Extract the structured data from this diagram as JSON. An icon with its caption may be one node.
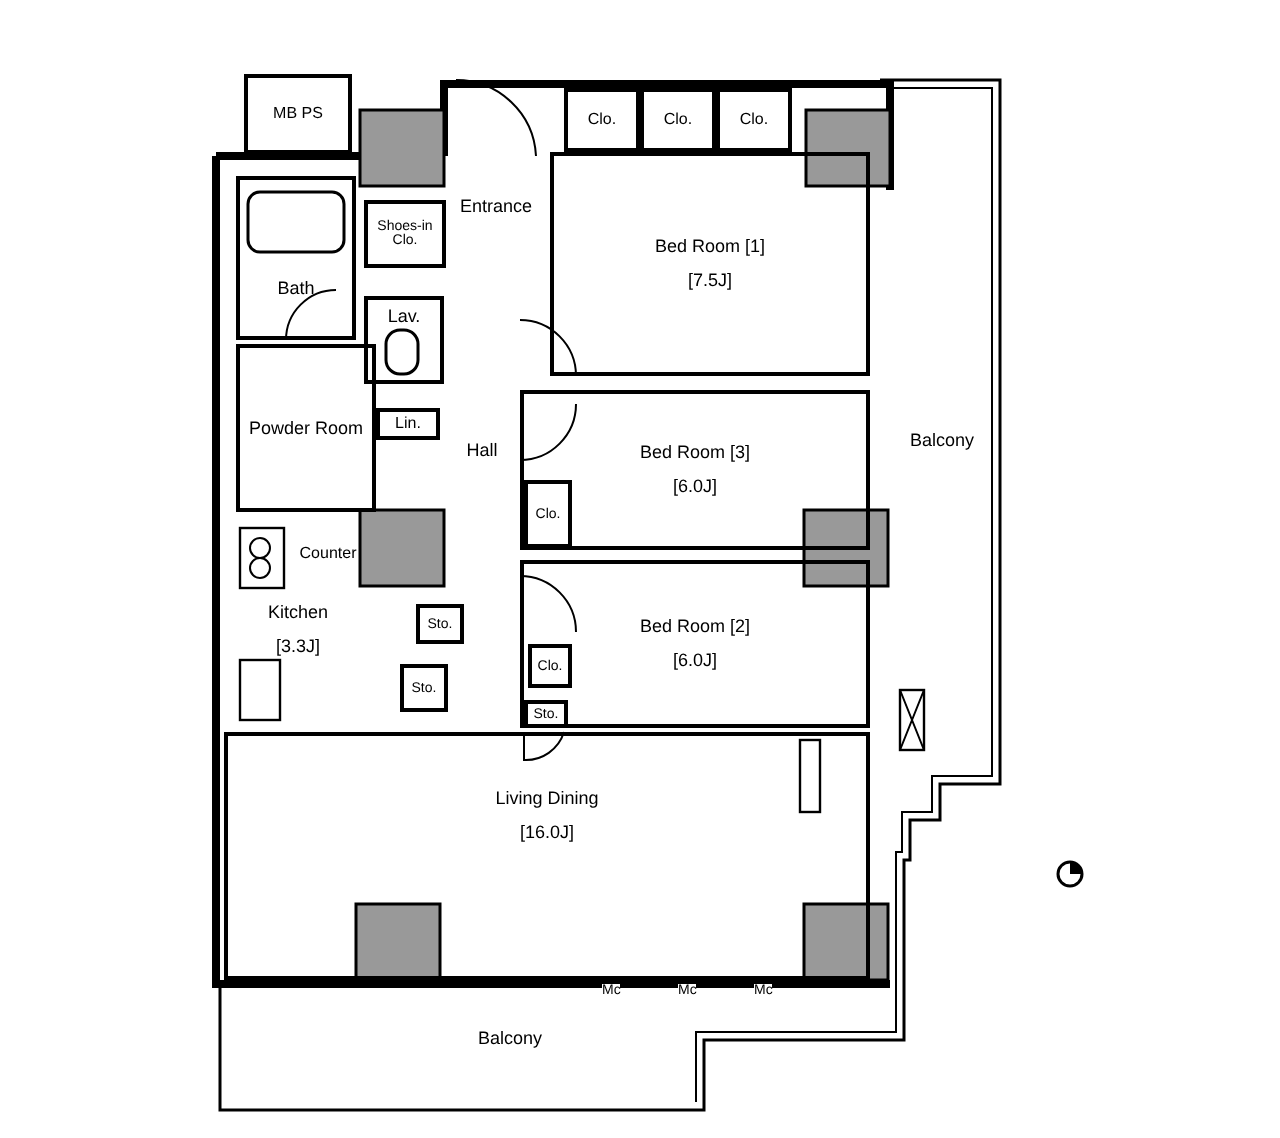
{
  "diagram": {
    "nodes": [
      {
        "text": [
          "MB PS"
        ]
      },
      {
        "text": [
          "Entrance"
        ]
      },
      {
        "text": [
          "Bath"
        ]
      },
      {
        "text": [
          "Shoes-in Clo."
        ]
      },
      {
        "text": [
          "Lav."
        ]
      },
      {
        "text": [
          "Bed Room [1]",
          "[7.5J]"
        ]
      },
      {
        "text": [
          "Clo."
        ]
      },
      {
        "text": [
          "Clo."
        ]
      },
      {
        "text": [
          "Clo."
        ]
      },
      {
        "text": [
          "Powder Room"
        ]
      },
      {
        "text": [
          "Lin."
        ]
      },
      {
        "text": [
          "Hall"
        ]
      },
      {
        "text": [
          "Bed Room [3]",
          "[6.0J]"
        ]
      },
      {
        "text": [
          "Clo."
        ],
        "in": 12
      },
      {
        "text": [
          "Balcony"
        ]
      },
      {
        "text": [
          "Counter"
        ]
      },
      {
        "text": [
          "Kitchen",
          "[3.3J]"
        ]
      },
      {
        "text": [
          "Sto."
        ]
      },
      {
        "text": [
          "Sto."
        ]
      },
      {
        "text": [
          "Bed Room [2]",
          "[6.0J]"
        ]
      },
      {
        "text": [
          "Clo."
        ],
        "in": 19
      },
      {
        "text": [
          "Sto."
        ],
        "in": 19
      },
      {
        "text": [
          "Living Dining",
          "[16.0J]"
        ]
      },
      {
        "text": [
          "Balcony"
        ]
      }
    ],
    "labels": [
      "Mc",
      "Mc",
      "Mc"
    ]
  }
}
